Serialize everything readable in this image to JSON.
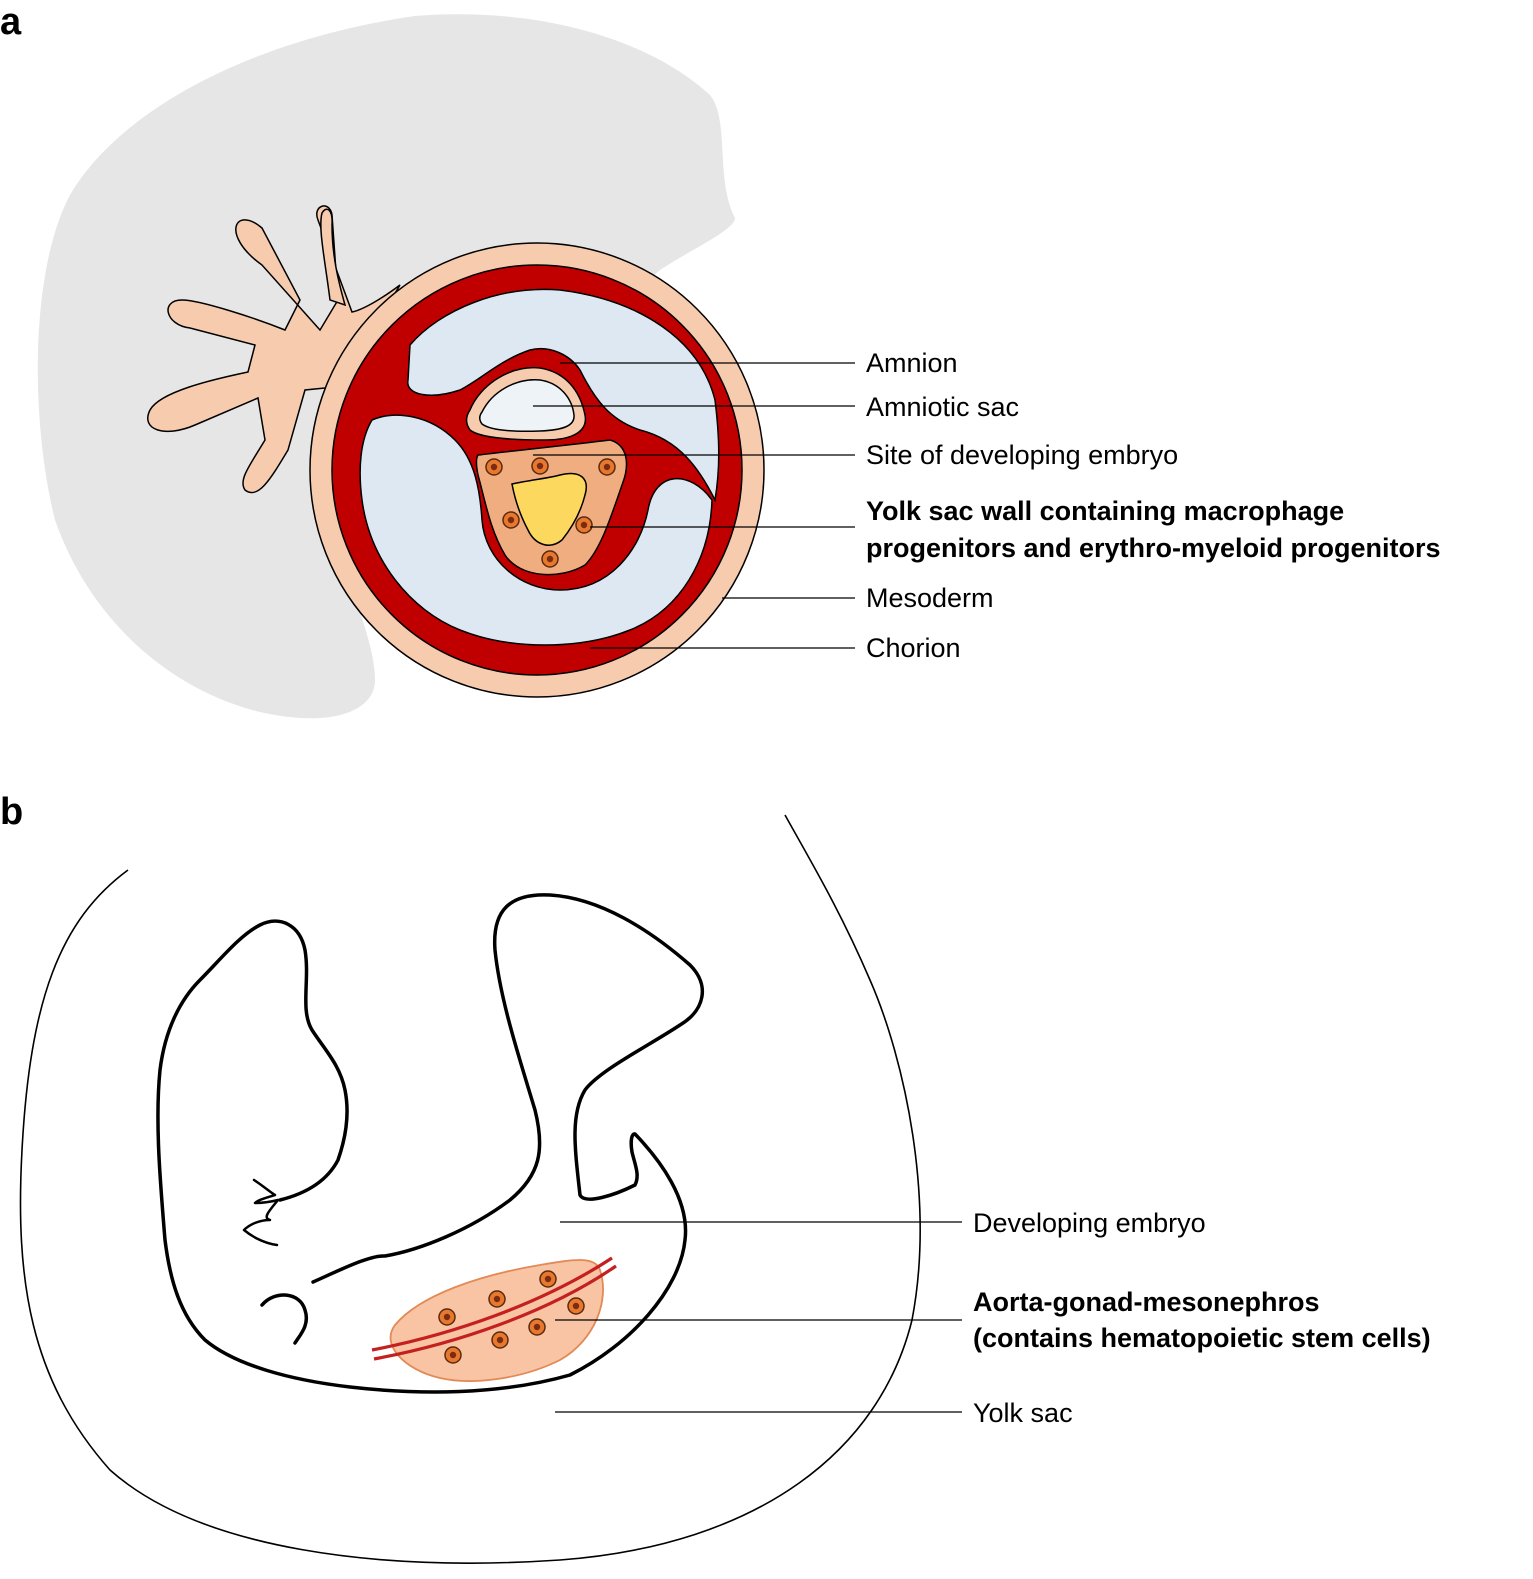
{
  "panels": {
    "a": {
      "letter": "a",
      "labels": {
        "amnion": "Amnion",
        "amniotic_sac": "Amniotic sac",
        "embryo_site": "Site of developing embryo",
        "yolk_wall_line1": "Yolk sac wall containing macrophage",
        "yolk_wall_line2": "progenitors and erythro-myeloid progenitors",
        "mesoderm": "Mesoderm",
        "chorion": "Chorion"
      }
    },
    "b": {
      "letter": "b",
      "labels": {
        "developing_embryo": "Developing embryo",
        "agm_line1": "Aorta-gonad-mesonephros",
        "agm_line2": "(contains hematopoietic stem cells)",
        "yolk_sac": "Yolk sac"
      }
    }
  },
  "colors": {
    "uterine_tissue": "#e6e6e6",
    "chorion_peach": "#f7cbae",
    "mesoderm_red": "#c00000",
    "cavity_blue": "#dde8f3",
    "amniotic_pale": "#eef3f8",
    "yolk_wall": "#f0ae80",
    "yolk_center": "#fcd85e",
    "agm_region": "#f8c4a4",
    "aorta": "#c42020",
    "cells": "#e8782e"
  }
}
